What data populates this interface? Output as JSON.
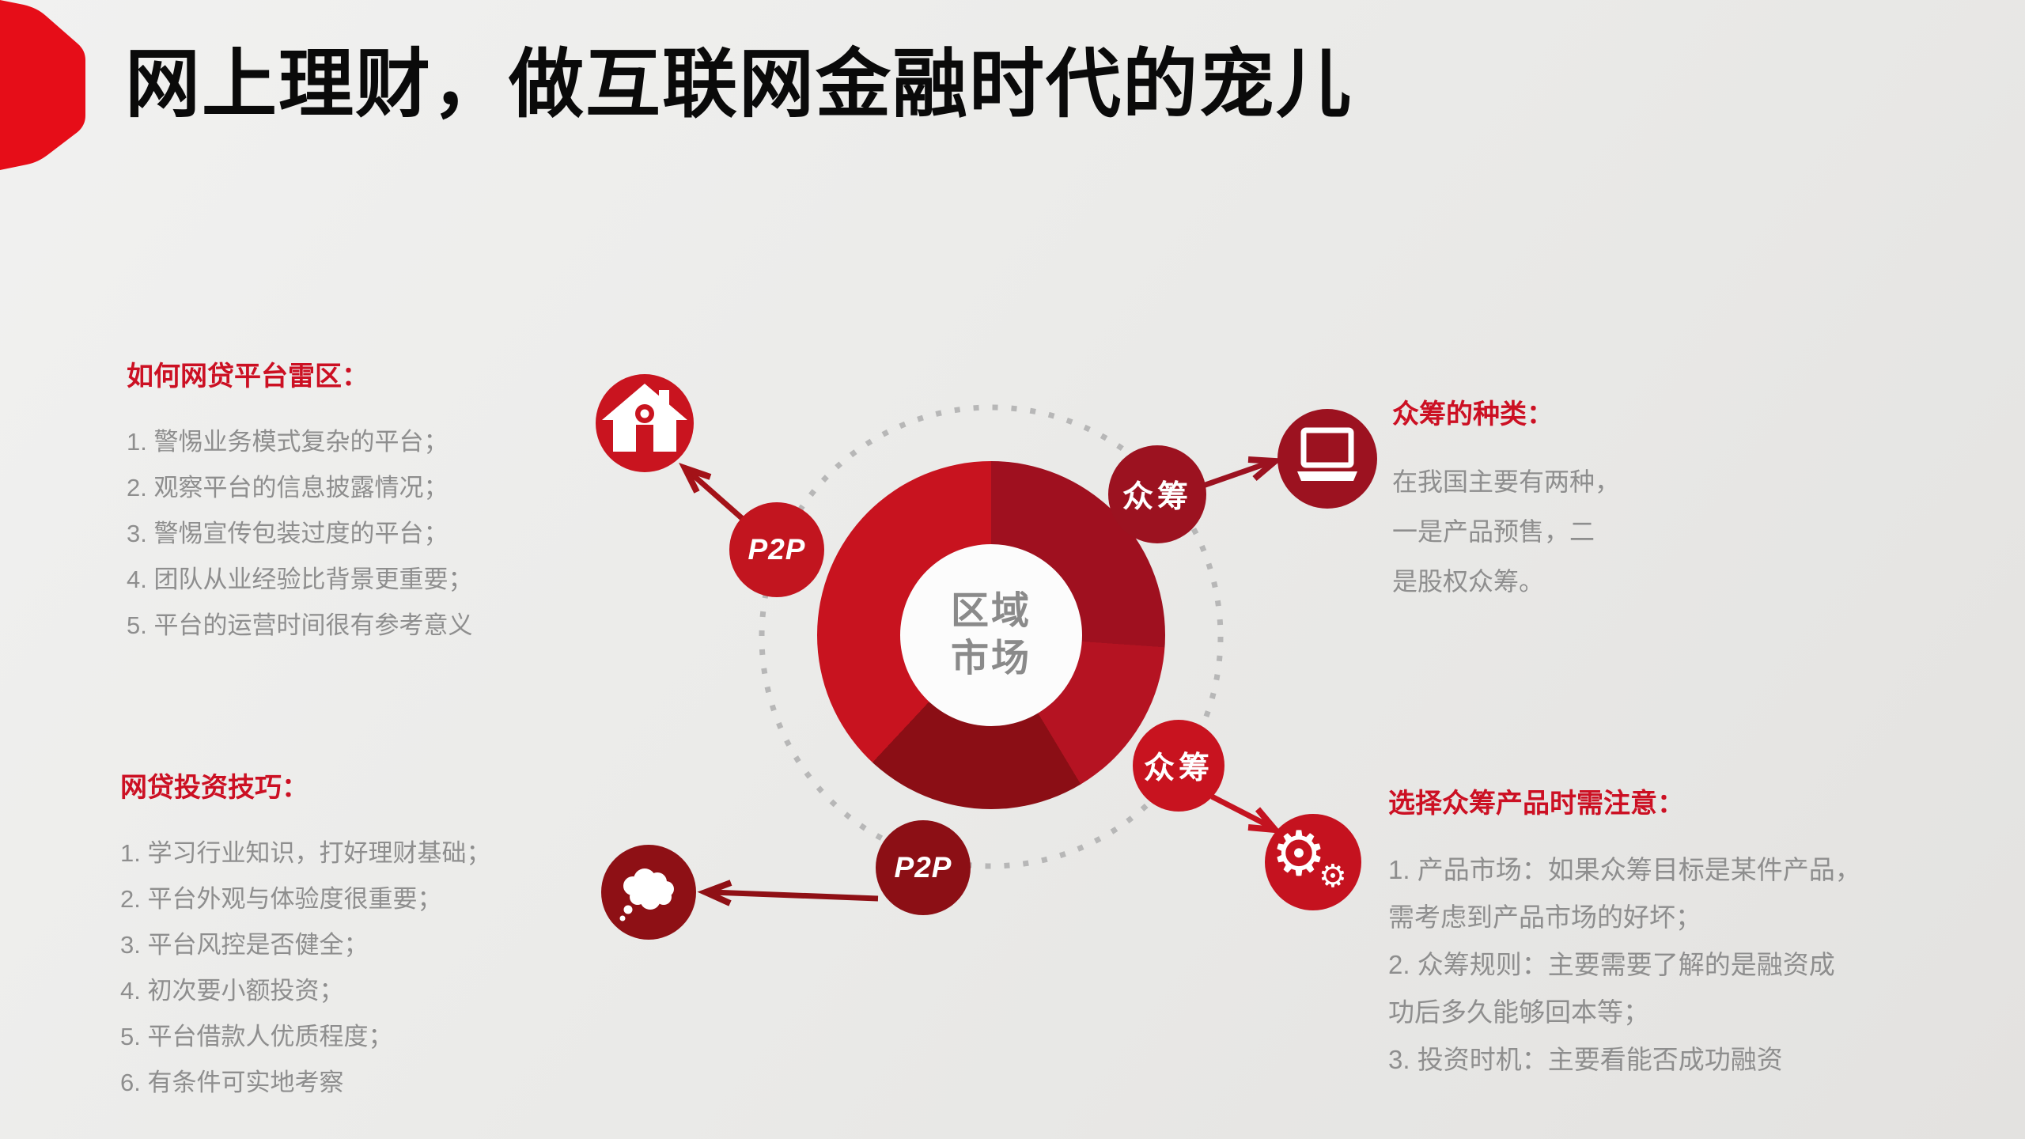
{
  "title": "网上理财，做互联网金融时代的宠儿",
  "colors": {
    "accent_red": "#cc1023",
    "corner_red": "#e60d18",
    "bright_red": "#c8131f",
    "mid_red": "#b51322",
    "dark_red": "#9c1220",
    "maroon": "#8b0e15",
    "body_gray": "#8e8e8e",
    "center_text_gray": "#8a8a8a",
    "ring_gray": "#b7b7b7",
    "title_black": "#0a0a0a"
  },
  "blocks": {
    "top_left": {
      "heading": "如何网贷平台雷区：",
      "items": [
        "1. 警惕业务模式复杂的平台；",
        "2. 观察平台的信息披露情况；",
        "3. 警惕宣传包装过度的平台；",
        "4. 团队从业经验比背景更重要；",
        "5. 平台的运营时间很有参考意义"
      ]
    },
    "bottom_left": {
      "heading": "网贷投资技巧：",
      "items": [
        "1. 学习行业知识，打好理财基础；",
        "2. 平台外观与体验度很重要；",
        "3. 平台风控是否健全；",
        "4. 初次要小额投资；",
        "5. 平台借款人优质程度；",
        "6. 有条件可实地考察"
      ]
    },
    "top_right": {
      "heading": "众筹的种类：",
      "lines": [
        "在我国主要有两种，",
        "一是产品预售，二",
        "是股权众筹。"
      ]
    },
    "bottom_right": {
      "heading": "选择众筹产品时需注意：",
      "lines": [
        "1. 产品市场：如果众筹目标是某件产品，",
        "需考虑到产品市场的好坏；",
        "2. 众筹规则：主要需要了解的是融资成",
        "功后多久能够回本等；",
        "3. 投资时机：主要看能否成功融资"
      ]
    }
  },
  "diagram": {
    "center": {
      "line1": "区域",
      "line2": "市场"
    },
    "donut_segments": [
      {
        "color": "#9f101f",
        "from_deg": 0,
        "to_deg": 94
      },
      {
        "color": "#b51322",
        "from_deg": 94,
        "to_deg": 149
      },
      {
        "color": "#8b0e15",
        "from_deg": 149,
        "to_deg": 223
      },
      {
        "color": "#c8131f",
        "from_deg": 223,
        "to_deg": 360
      }
    ],
    "satellites": [
      {
        "id": "home",
        "icon": "home-icon"
      },
      {
        "id": "p2p-upper",
        "label": "P2P"
      },
      {
        "id": "crowdfunding-upper",
        "label": "众筹"
      },
      {
        "id": "laptop",
        "icon": "laptop-icon"
      },
      {
        "id": "crowdfunding-lower",
        "label": "众筹"
      },
      {
        "id": "gear",
        "icon": "gear-icon",
        "glyph": "⚙"
      },
      {
        "id": "p2p-lower",
        "label": "P2P"
      },
      {
        "id": "thought-cloud",
        "icon": "thought-cloud-icon"
      }
    ],
    "arrows": [
      {
        "from": "p2p-upper",
        "to": "home"
      },
      {
        "from": "crowdfunding-upper",
        "to": "laptop"
      },
      {
        "from": "crowdfunding-lower",
        "to": "gear"
      },
      {
        "from": "p2p-lower",
        "to": "thought-cloud"
      }
    ]
  }
}
